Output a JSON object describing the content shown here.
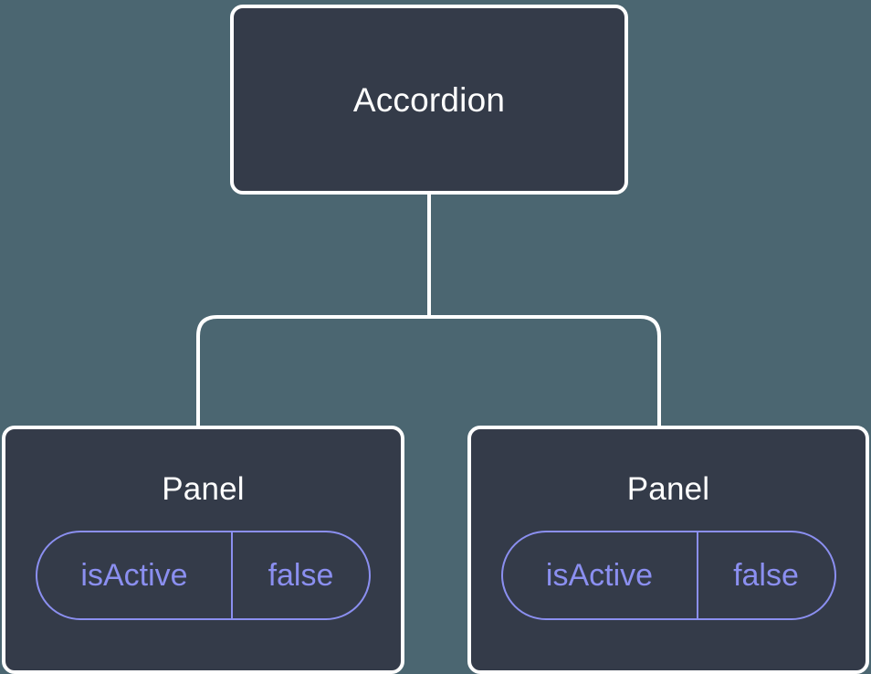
{
  "diagram": {
    "type": "component-tree",
    "background_color": "#4b6671",
    "node_fill_color": "#343b49",
    "node_border_color": "#ffffff",
    "edge_color": "#ffffff",
    "state_accent_color": "#8b8ff0",
    "root": {
      "label": "Accordion"
    },
    "children": [
      {
        "label": "Panel",
        "state": {
          "key": "isActive",
          "value": "false"
        }
      },
      {
        "label": "Panel",
        "state": {
          "key": "isActive",
          "value": "false"
        }
      }
    ]
  }
}
